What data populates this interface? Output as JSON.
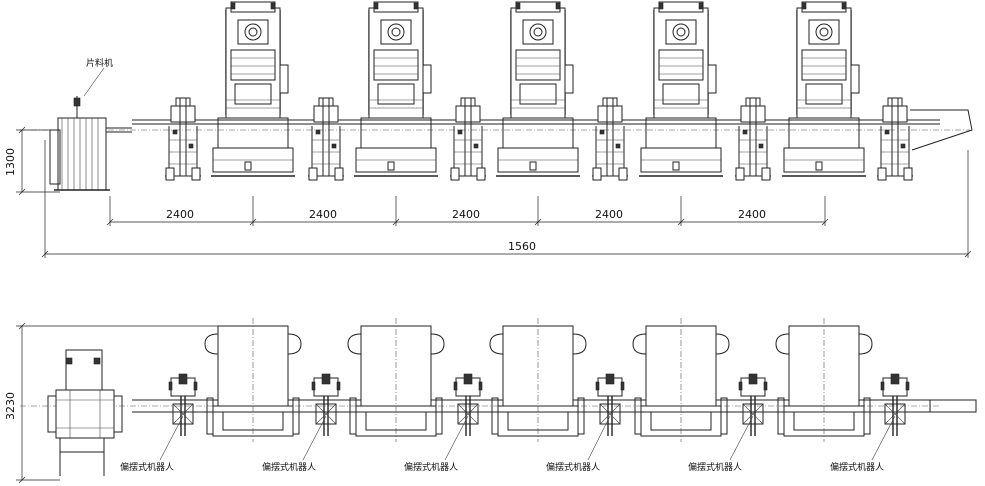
{
  "labels": {
    "feeder": "片料机",
    "robot": "偏摆式机器人"
  },
  "dimensions": {
    "height": "1300",
    "spacing": "2400",
    "total": "1560",
    "depth": "3230"
  }
}
